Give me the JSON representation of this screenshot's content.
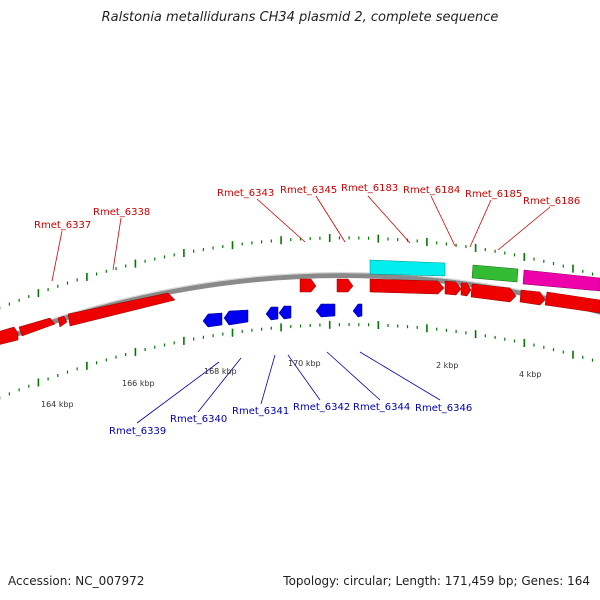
{
  "title": "Ralstonia metallidurans CH34 plasmid 2, complete sequence",
  "footer": {
    "accession": "Accession: NC_007972",
    "summary": "Topology: circular; Length: 171,459 bp; Genes: 164"
  },
  "colors": {
    "backbone": "#8a8a8a",
    "forward_gene": "#ee0000",
    "reverse_gene": "#0000ee",
    "highlight_cyan": "#00eeee",
    "highlight_green": "#33bb33",
    "highlight_magenta": "#ee00aa",
    "tick": "#007700",
    "forward_label": "#cc0000",
    "reverse_label": "#0000aa"
  },
  "kbp_labels": [
    "164 kbp",
    "166 kbp",
    "168 kbp",
    "170 kbp",
    "2 kbp",
    "4 kbp"
  ],
  "forward_genes": [
    "Rmet_6337",
    "Rmet_6338",
    "Rmet_6343",
    "Rmet_6345",
    "Rmet_6183",
    "Rmet_6184",
    "Rmet_6185",
    "Rmet_6186"
  ],
  "reverse_genes": [
    "Rmet_6339",
    "Rmet_6340",
    "Rmet_6341",
    "Rmet_6342",
    "Rmet_6344",
    "Rmet_6346"
  ]
}
